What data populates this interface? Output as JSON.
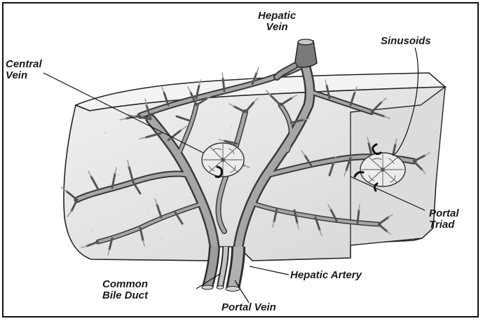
{
  "labels": {
    "hepatic_vein": [
      "Hepatic",
      "Vein"
    ],
    "sinusoids": "Sinusoids",
    "central_vein": [
      "Central",
      "Vein"
    ],
    "portal_triad": [
      "Portal",
      "Triad"
    ],
    "hepatic_artery": "Hepatic Artery",
    "common_bile_duct": [
      "Common",
      "Bile Duct"
    ],
    "portal_vein": "Portal Vein"
  },
  "colors": {
    "background": "#ffffff",
    "tissue": "#e6e6e6",
    "tissue_shadow": "#c9c9c9",
    "vessel": "#8c8c8c",
    "vessel_dark": "#4a4a4a",
    "outline": "#222222",
    "text": "#1a1a1a"
  },
  "icons": [
    "liver-section-illustration",
    "lobule-icon",
    "bracket-icon"
  ]
}
